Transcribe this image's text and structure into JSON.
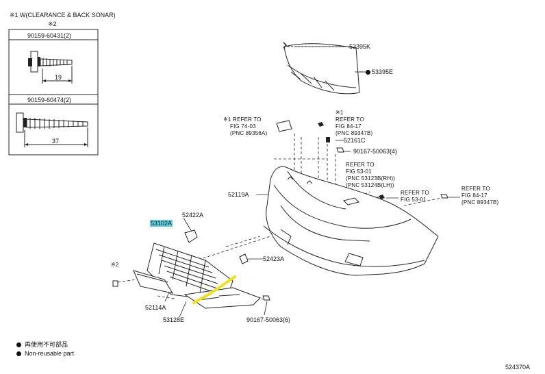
{
  "inset": {
    "header": "※1 W(CLEARANCE & BACK SONAR)",
    "note_mark": "※2",
    "screw_a": {
      "part": "90159-60431(2)",
      "length": "19"
    },
    "screw_b": {
      "part": "90159-60474(2)",
      "length": "37"
    }
  },
  "parts": {
    "p53395K": "53395K",
    "p53395E": "53395E",
    "p52161C": "52161C",
    "p90167_50063_4": "90167-50063(4)",
    "p52119A": "52119A",
    "p52422A": "52422A",
    "p53102A": "53102A",
    "p52423A": "52423A",
    "p52114A": "52114A",
    "p53128E": "53128E",
    "p90167_50063_6": "90167-50063(6)"
  },
  "refs": {
    "ref1": [
      "※1 REFER TO",
      "FIG 74-03",
      "(PNC 89356A)"
    ],
    "ref2": [
      "※1",
      "REFER TO",
      "FIG 84-17",
      "(PNC 89347B)"
    ],
    "ref3": [
      "REFER TO",
      "FIG 53-01",
      "(PNC 53123B(RH))",
      "(PNC 53124B(LH))"
    ],
    "ref4": [
      "REFER TO",
      "FIG 53-01"
    ],
    "ref5": [
      "REFER TO",
      "FIG 84-17",
      "(PNC 89347B)"
    ],
    "mark_left": "※2"
  },
  "legend": {
    "jp": "再使用不可部品",
    "en": "Non-reusable part"
  },
  "figure_id": "524370A",
  "colors": {
    "highlight": "#5fd3e6",
    "marker": "#f2e01a",
    "line": "#222222"
  }
}
